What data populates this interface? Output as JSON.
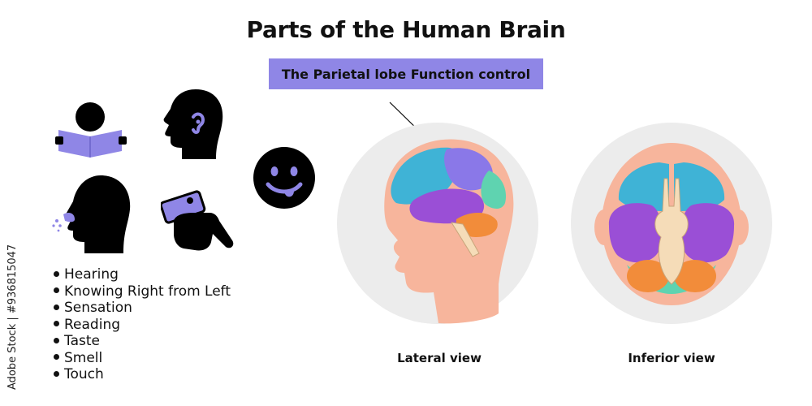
{
  "title": "Parts of the Human Brain",
  "subtitle": "The Parietal lobe Function control",
  "functions": [
    "Hearing",
    "Knowing Right from Left",
    "Sensation",
    "Reading",
    "Taste",
    "Smell",
    "Touch"
  ],
  "views": {
    "lateral": "Lateral view",
    "inferior": "Inferior view"
  },
  "credit": "Adobe Stock | #936815047",
  "icons": [
    "reading-person-icon",
    "ear-head-icon",
    "tongue-face-icon",
    "smell-head-icon",
    "pointing-hand-icon"
  ],
  "colors": {
    "accent": "#8f86e6",
    "frontal": "#3fb3d6",
    "parietal": "#8a78e8",
    "temporal": "#9a4fd6",
    "occipital": "#5fd3b0",
    "cerebellum": "#f28c3a",
    "skin": "#f7b59c",
    "circle_bg": "#ececec"
  }
}
